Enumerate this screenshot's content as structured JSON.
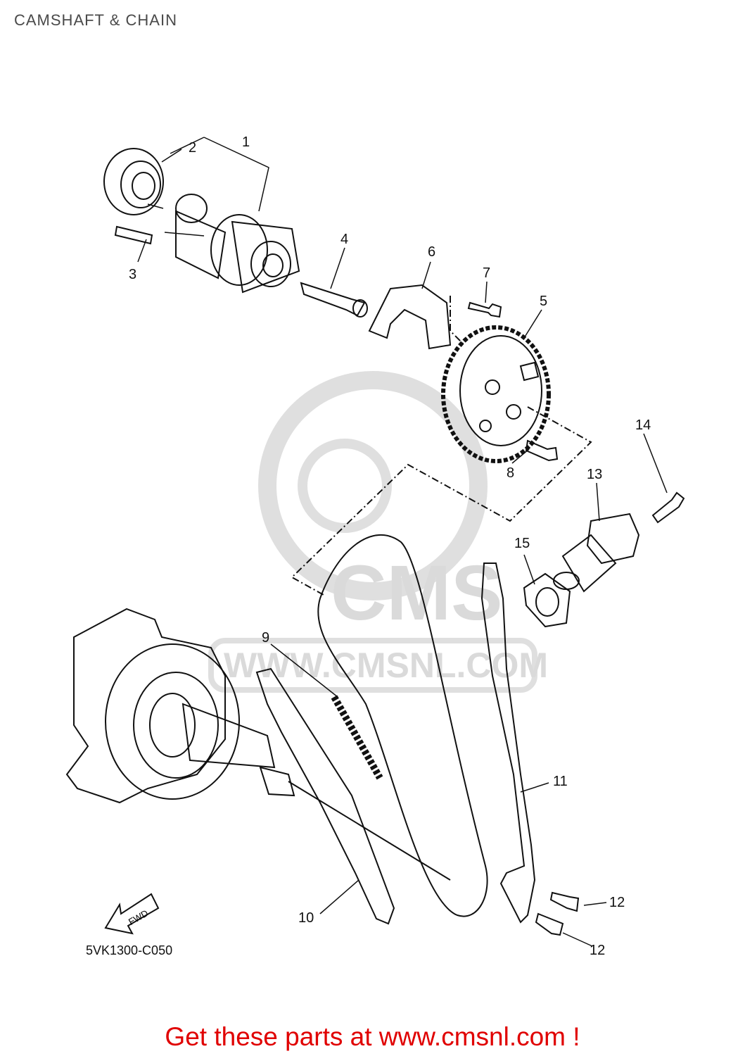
{
  "title": "CAMSHAFT & CHAIN",
  "diagram_code": "5VK1300-C050",
  "fwd_label": "FWD",
  "watermark": {
    "logo": "CMS",
    "url": "WWW.CMSNL.COM"
  },
  "callouts": {
    "c1": "1",
    "c2": "2",
    "c3": "3",
    "c4": "4",
    "c5": "5",
    "c6": "6",
    "c7": "7",
    "c8": "8",
    "c9": "9",
    "c10": "10",
    "c11": "11",
    "c12a": "12",
    "c12b": "12",
    "c13": "13",
    "c14": "14",
    "c15": "15"
  },
  "cta_text": "Get these parts at www.cmsnl.com !",
  "colors": {
    "line": "#111111",
    "watermark": "#d6d6d6",
    "cta": "#e00000"
  }
}
